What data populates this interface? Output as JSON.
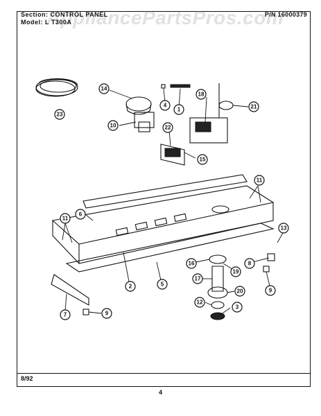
{
  "header": {
    "section_line": "Section: CONTROL PANEL",
    "model_line": "Model: L   T300A",
    "part_number": "P/N 16000379"
  },
  "watermark": "AppliancePartsPros.com",
  "footer": {
    "date": "8/92",
    "page_number": "4"
  },
  "callouts": [
    "14",
    "4",
    "1",
    "18",
    "21",
    "10",
    "22",
    "15",
    "23",
    "11",
    "6",
    "11",
    "13",
    "16",
    "19",
    "8",
    "17",
    "20",
    "12",
    "3",
    "9",
    "2",
    "5",
    "7",
    "9"
  ]
}
